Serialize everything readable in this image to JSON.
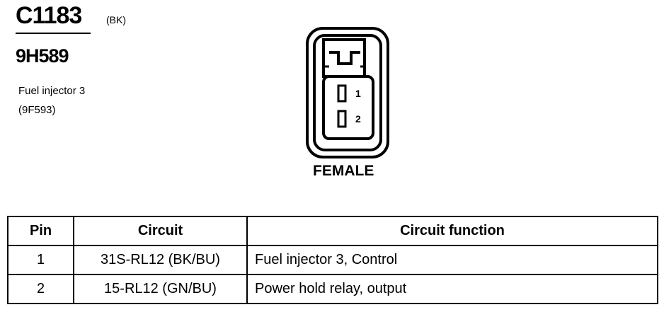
{
  "connector": {
    "id": "C1183",
    "color_code": "(BK)",
    "part_number": "9H589",
    "description_line1": "Fuel injector 3",
    "description_line2": "(9F593)",
    "gender": "FEMALE",
    "pin_labels": [
      "1",
      "2"
    ]
  },
  "table": {
    "headers": [
      "Pin",
      "Circuit",
      "Circuit function"
    ],
    "rows": [
      [
        "1",
        "31S-RL12 (BK/BU)",
        "Fuel injector 3, Control"
      ],
      [
        "2",
        "15-RL12 (GN/BU)",
        "Power hold relay, output"
      ]
    ]
  }
}
